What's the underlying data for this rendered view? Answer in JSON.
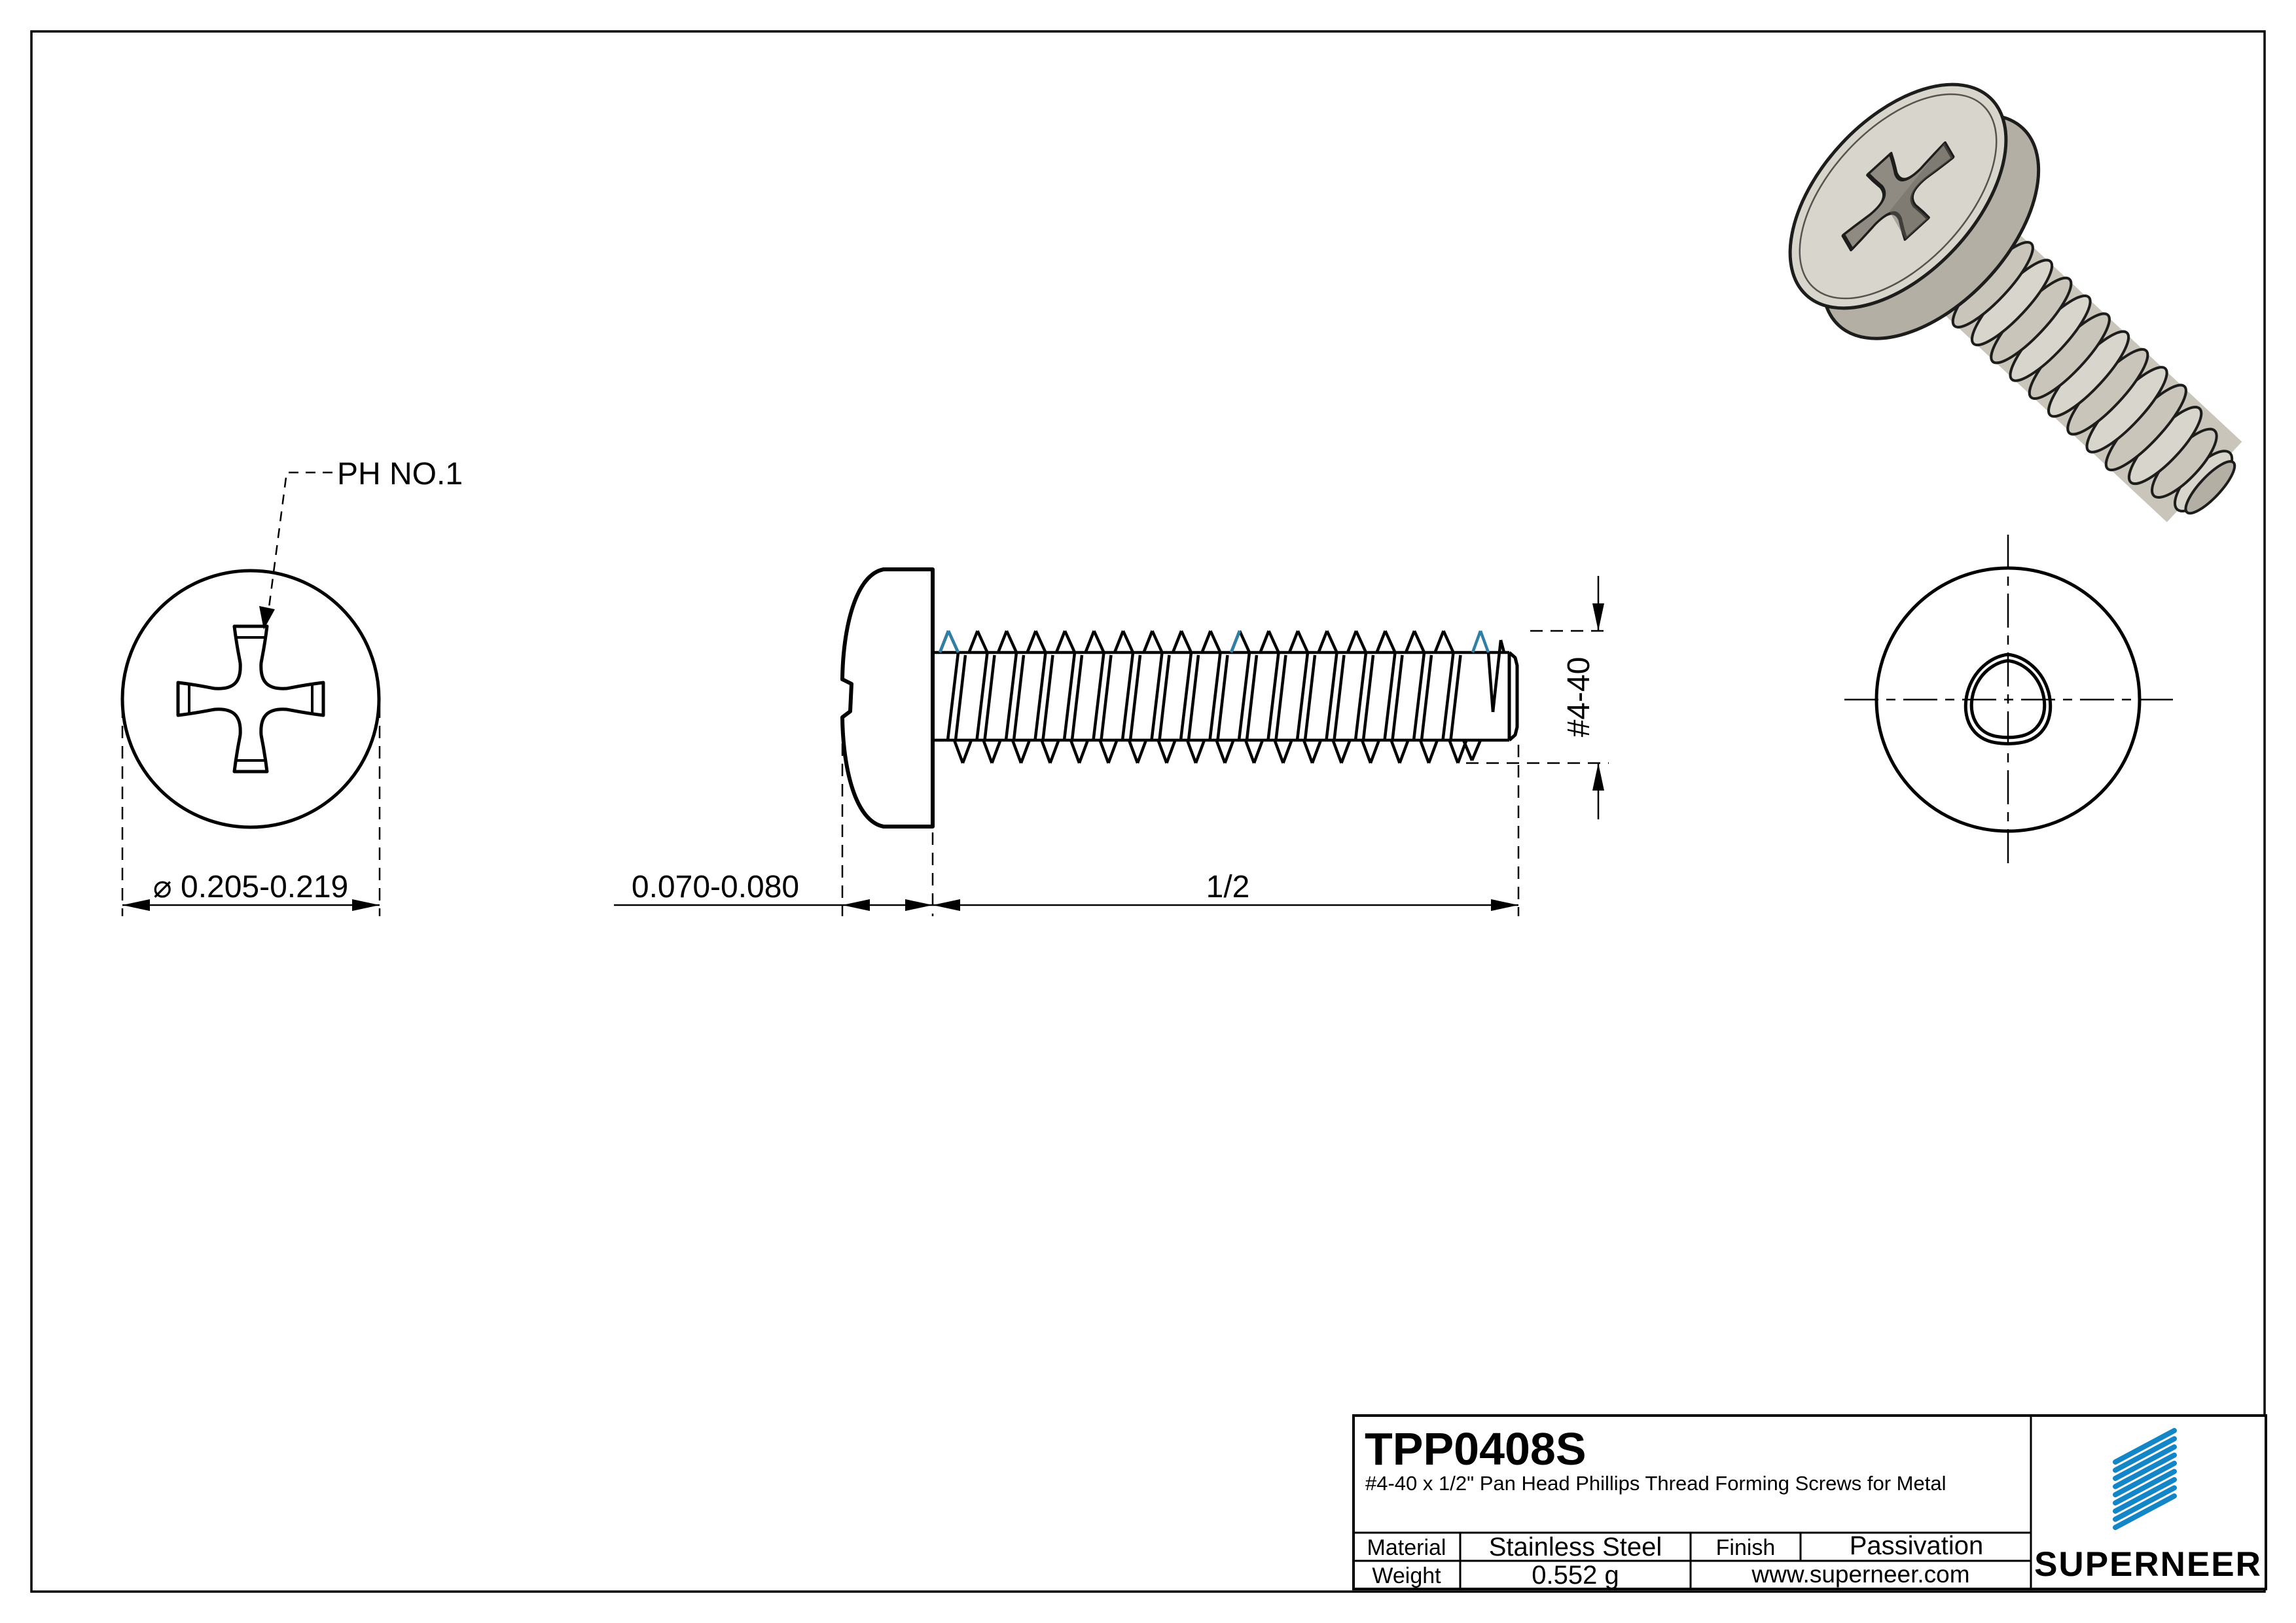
{
  "page": {
    "background": "#ffffff"
  },
  "colors": {
    "line": "#000000",
    "accent_blue": "#2f7fa6",
    "link_blue": "#1e8fd2",
    "logo_blue": "#1386c7",
    "metal_light": "#d8d5cc",
    "metal_mid": "#c9c5bb",
    "metal_dark": "#b3afa5",
    "recess_gray": "#8f8b82"
  },
  "annotations": {
    "ph_label": "PH NO.1",
    "head_diameter": "⌀ 0.205-0.219",
    "head_height": "0.070-0.080",
    "thread_length": "1/2",
    "thread_size": "#4-40"
  },
  "title_block": {
    "part_number": "TPP0408S",
    "description": "#4-40 x 1/2\" Pan Head Phillips Thread Forming Screws for Metal",
    "material_label": "Material",
    "material_value": "Stainless Steel",
    "finish_label": "Finish",
    "finish_value": "Passivation",
    "weight_label": "Weight",
    "weight_value": "0.552 g",
    "website": "www.superneer.com",
    "brand": "SUPERNEER"
  }
}
